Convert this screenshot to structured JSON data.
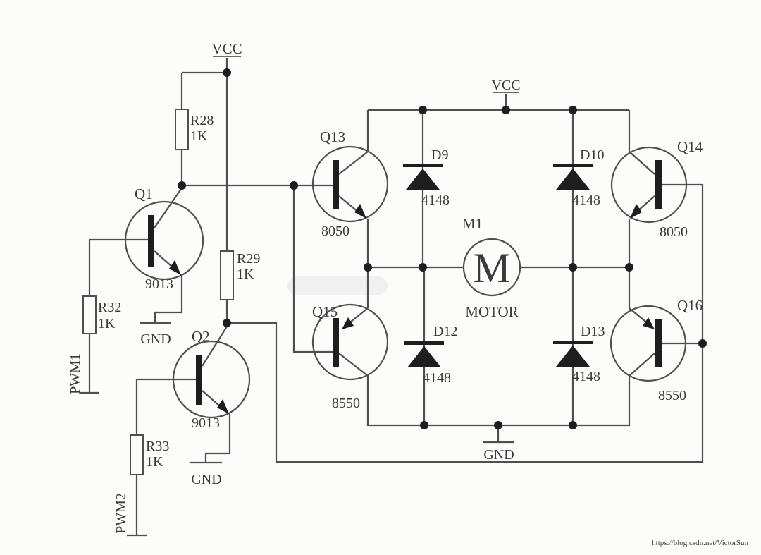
{
  "title": "H-bridge DC motor driver schematic",
  "colors": {
    "background": "#fcfcfb",
    "wire": "#4f4f4f",
    "solid_parts": "#1e1e1e",
    "text": "#3a3a3a",
    "watermark": "#e9e7e3"
  },
  "power": {
    "vcc_left": "VCC",
    "vcc_top": "VCC",
    "gnd_q1": "GND",
    "gnd_q2": "GND",
    "gnd_bottom": "GND"
  },
  "inputs": {
    "pwm1": "PWM1",
    "pwm2": "PWM2"
  },
  "resistors": {
    "r28": {
      "ref": "R28",
      "value": "1K"
    },
    "r29": {
      "ref": "R29",
      "value": "1K"
    },
    "r32": {
      "ref": "R32",
      "value": "1K"
    },
    "r33": {
      "ref": "R33",
      "value": "1K"
    }
  },
  "transistors": {
    "q1": {
      "ref": "Q1",
      "part": "9013"
    },
    "q2": {
      "ref": "Q2",
      "part": "9013"
    },
    "q13": {
      "ref": "Q13",
      "part": "8050"
    },
    "q14": {
      "ref": "Q14",
      "part": "8050"
    },
    "q15": {
      "ref": "Q15",
      "part": "8550"
    },
    "q16": {
      "ref": "Q16",
      "part": "8550"
    }
  },
  "diodes": {
    "d9": {
      "ref": "D9",
      "part": "4148"
    },
    "d10": {
      "ref": "D10",
      "part": "4148"
    },
    "d12": {
      "ref": "D12",
      "part": "4148"
    },
    "d13": {
      "ref": "D13",
      "part": "4148"
    }
  },
  "motor": {
    "ref": "M1",
    "symbol": "M",
    "label": "MOTOR"
  },
  "watermark": "https://blog.csdn.net/VictorSun"
}
